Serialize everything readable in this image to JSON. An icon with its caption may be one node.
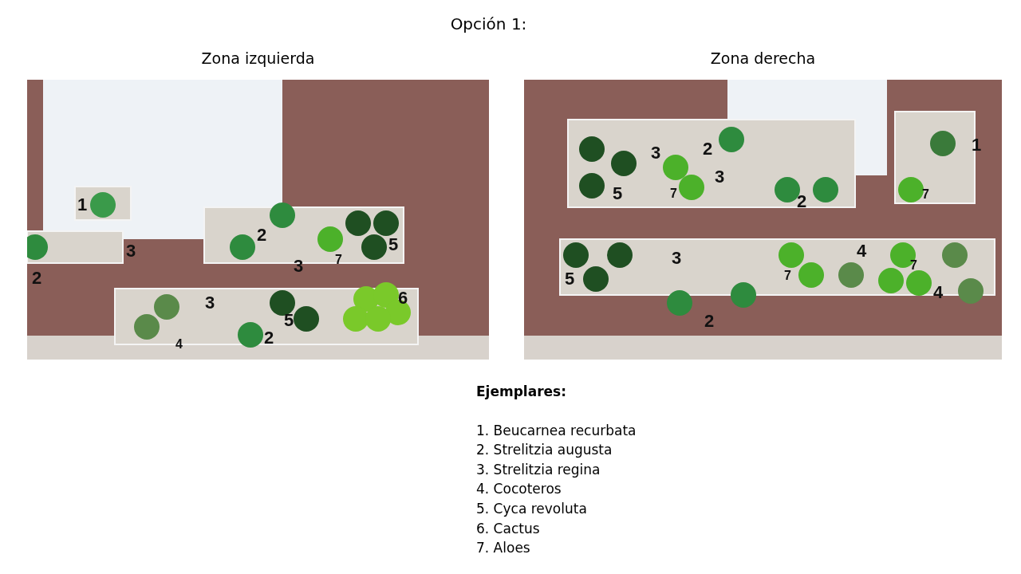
{
  "diagram": {
    "title": "Opción 1:",
    "nodes": [
      {
        "text": [
          "Zona izquierda"
        ]
      },
      {
        "text": [
          "Zona derecha"
        ]
      }
    ],
    "edges": [],
    "labels": [
      "1",
      "2",
      "3",
      "5",
      "3",
      "7",
      "2",
      "6",
      "3",
      "5",
      "2",
      "4",
      "1",
      "2",
      "3",
      "3",
      "5",
      "7",
      "2",
      "7",
      "4",
      "3",
      "7",
      "5",
      "7",
      "4",
      "2",
      "Ejemplares:",
      "1. Beucarnea recurbata",
      "2. Strelitzia augusta",
      "3. Strelitzia regina",
      "4. Cocoteros",
      "5. Cyca revoluta",
      "6. Cactus",
      "7. Aloes"
    ]
  }
}
